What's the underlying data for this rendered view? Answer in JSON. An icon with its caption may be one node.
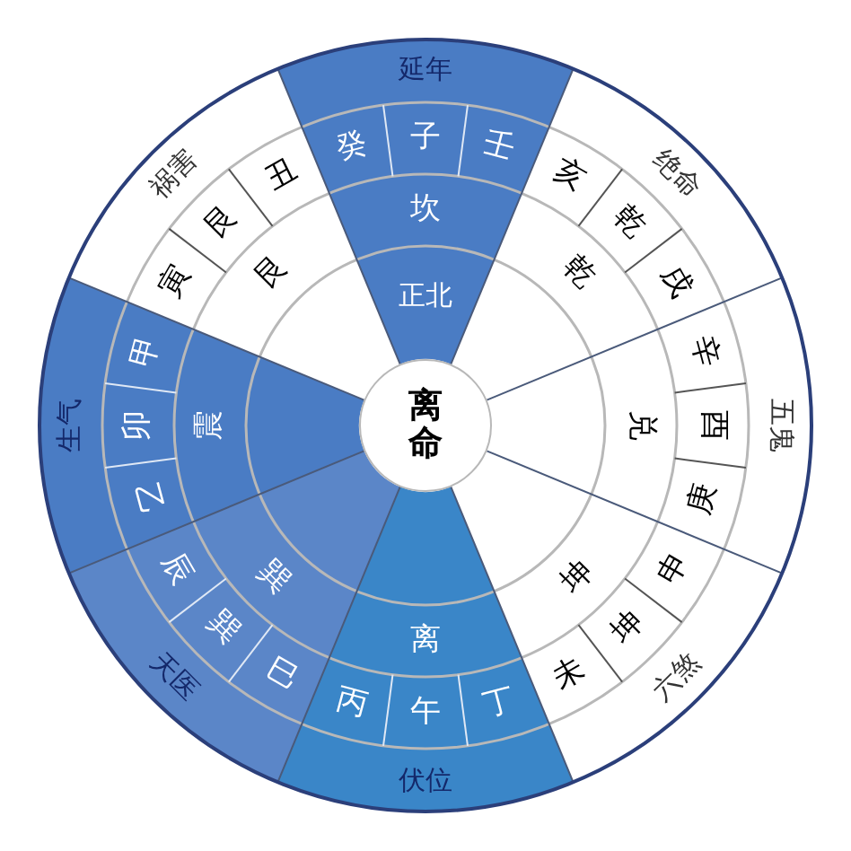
{
  "diagram": {
    "nodes": [
      {
        "text": [
          "离命"
        ]
      }
    ],
    "labels": [
      "延年",
      "癸",
      "子",
      "壬",
      "坎",
      "正北",
      "绝命",
      "亥",
      "乾",
      "戌",
      "乾",
      "五鬼",
      "辛",
      "酉",
      "庚",
      "兑",
      "六煞",
      "申",
      "坤",
      "未",
      "坤",
      "伏位",
      "丁",
      "午",
      "丙",
      "离",
      "天医",
      "巳",
      "巽",
      "辰",
      "巽",
      "生气",
      "乙",
      "卯",
      "甲",
      "震",
      "祸害",
      "寅",
      "艮",
      "丑",
      "艮"
    ]
  }
}
